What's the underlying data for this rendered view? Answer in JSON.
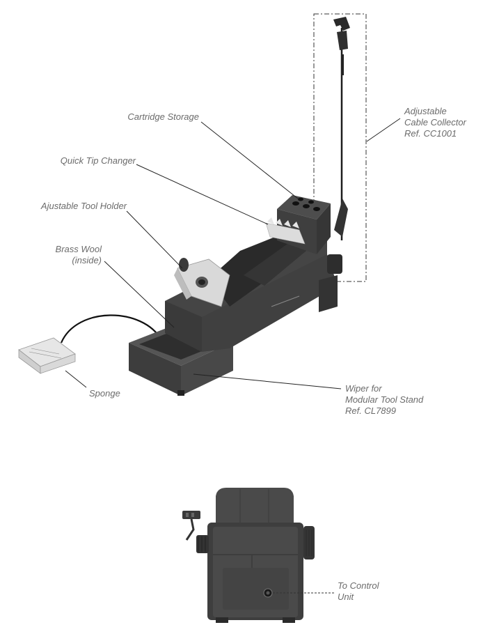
{
  "labels": {
    "cartridge_storage": "Cartridge Storage",
    "quick_tip_changer": "Quick Tip Changer",
    "tool_holder": "Ajustable Tool Holder",
    "brass_wool_1": "Brass Wool",
    "brass_wool_2": "(inside)",
    "sponge": "Sponge",
    "cable_collector_1": "Adjustable",
    "cable_collector_2": "Cable Collector",
    "cable_collector_3": "Ref. CC1001",
    "wiper_1": "Wiper for",
    "wiper_2": "Modular Tool Stand",
    "wiper_3": "Ref. CL7899",
    "control_unit_1": "To Control",
    "control_unit_2": "Unit"
  },
  "colors": {
    "body_dark": "#3b3b3b",
    "body_mid": "#4a4a4a",
    "body_light": "#5a5a5a",
    "metal": "#d8d8d8",
    "label_text": "#6b6b6b",
    "leader": "#222222"
  }
}
